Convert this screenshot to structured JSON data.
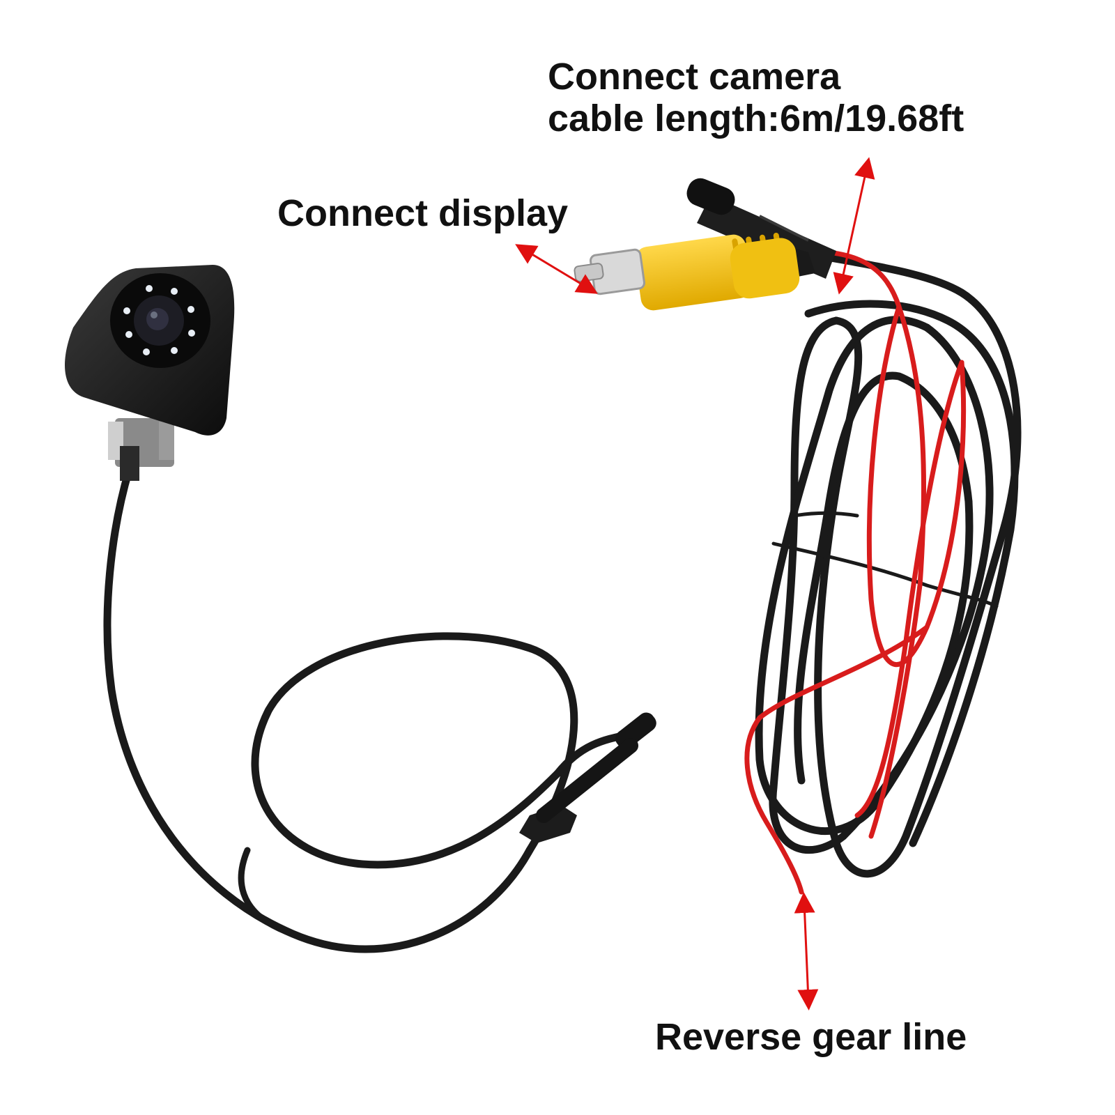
{
  "labels": {
    "camera_line1": "Connect camera",
    "camera_line2": "cable length:6m/19.68ft",
    "display": "Connect display",
    "reverse": "Reverse gear line"
  },
  "colors": {
    "background": "#ffffff",
    "text": "#111111",
    "arrow": "#e01010",
    "cable_black": "#1a1a1a",
    "cable_red": "#d81c1c",
    "rca_yellow": "#f2c418",
    "camera_body": "#151515",
    "led": "#e8eef5"
  },
  "icons": [
    "backup-camera-icon",
    "rca-plug-icon",
    "cable-coil-icon",
    "arrow-icon"
  ]
}
